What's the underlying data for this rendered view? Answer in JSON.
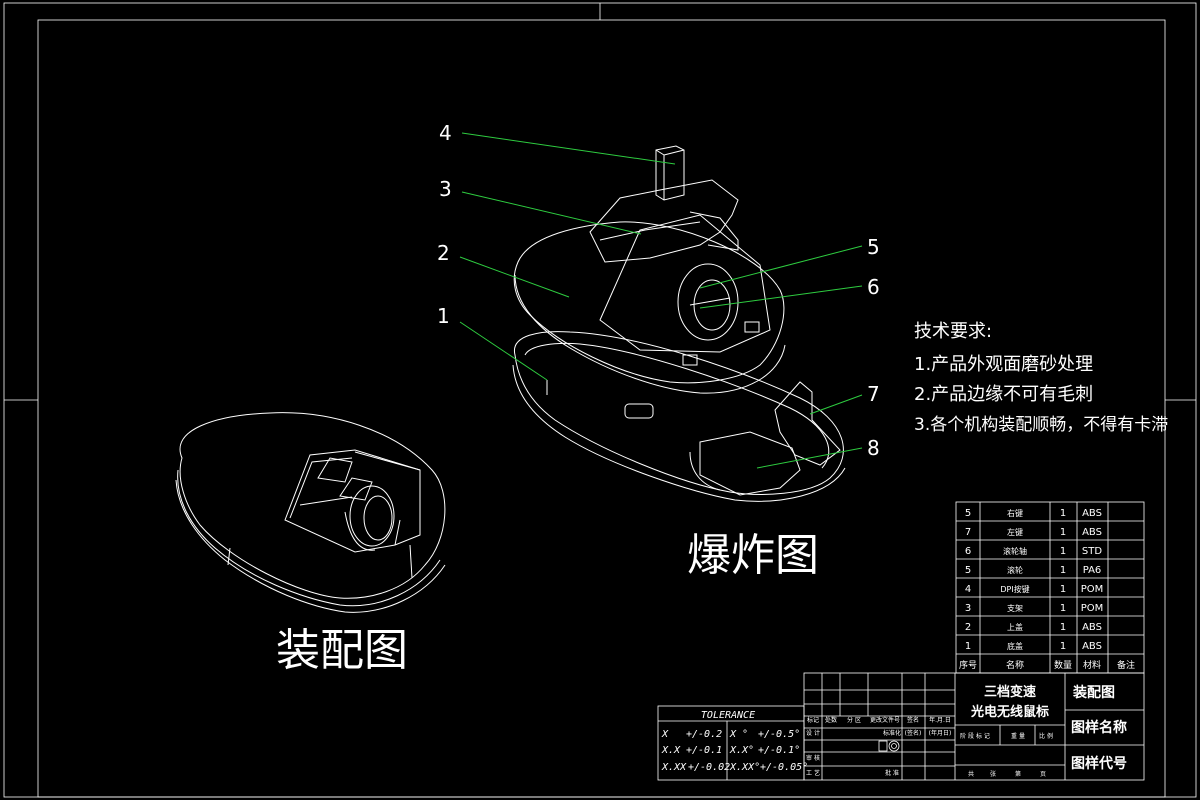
{
  "labels": {
    "assembly": "装配图",
    "exploded": "爆炸图"
  },
  "callouts": [
    "1",
    "2",
    "3",
    "4",
    "5",
    "6",
    "7",
    "8"
  ],
  "tech_requirements": {
    "heading": "技术要求:",
    "items": [
      "1.产品外观面磨砂处理",
      "2.产品边缘不可有毛刺",
      "3.各个机构装配顺畅，不得有卡滞"
    ]
  },
  "bom": {
    "rows": [
      {
        "no": "5",
        "name": "右键",
        "qty": "1",
        "material": "ABS",
        "remark": ""
      },
      {
        "no": "7",
        "name": "左键",
        "qty": "1",
        "material": "ABS",
        "remark": ""
      },
      {
        "no": "6",
        "name": "滚轮轴",
        "qty": "1",
        "material": "STD",
        "remark": ""
      },
      {
        "no": "5",
        "name": "滚轮",
        "qty": "1",
        "material": "PA6",
        "remark": ""
      },
      {
        "no": "4",
        "name": "DPI按键",
        "qty": "1",
        "material": "POM",
        "remark": ""
      },
      {
        "no": "3",
        "name": "支架",
        "qty": "1",
        "material": "POM",
        "remark": ""
      },
      {
        "no": "2",
        "name": "上盖",
        "qty": "1",
        "material": "ABS",
        "remark": ""
      },
      {
        "no": "1",
        "name": "底盖",
        "qty": "1",
        "material": "ABS",
        "remark": ""
      }
    ],
    "header": {
      "no": "序号",
      "name": "名称",
      "qty": "数量",
      "material": "材料",
      "remark": "备注"
    }
  },
  "tolerance": {
    "title": "TOLERANCE",
    "rows": [
      {
        "k1": "X",
        "v1": "+/-0.2",
        "k2": "X °",
        "v2": "+/-0.5°"
      },
      {
        "k1": "X.X",
        "v1": "+/-0.1",
        "k2": "X.X°",
        "v2": "+/-0.1°"
      },
      {
        "k1": "X.XX",
        "v1": "+/-0.02",
        "k2": "X.XX°",
        "v2": "+/-0.05°"
      }
    ]
  },
  "title_block": {
    "product_line1": "三档变速",
    "product_line2": "光电无线鼠标",
    "drawing_type": "装配图",
    "drawing_name": "图样名称",
    "drawing_code": "图样代号",
    "rev_headers": [
      "标记",
      "处数",
      "分 区",
      "更改文件号",
      "签名",
      "年.月.日"
    ],
    "row_design": "设 计",
    "row_standard": "标准化",
    "row_sign": "(签名)",
    "row_date": "(年月日)",
    "row_review": "审 核",
    "row_process": "工 艺",
    "row_approve": "批 准",
    "stage_headers": [
      "阶 段 标 记",
      "重 量",
      "比 例"
    ],
    "sheet_headers": [
      "共",
      "张",
      "第",
      "页"
    ]
  }
}
